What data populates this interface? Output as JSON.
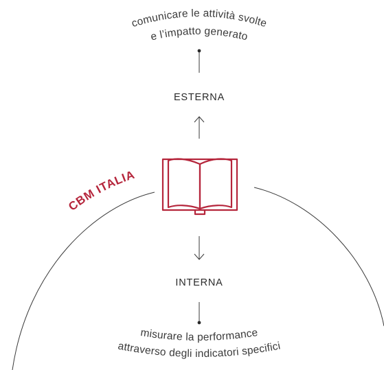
{
  "top_caption": {
    "line1": "comunicare le attività svolte",
    "line2": "e l’impatto generato"
  },
  "external_label": "ESTERNA",
  "internal_label": "INTERNA",
  "brand_label": "CBM ITALIA",
  "bottom_caption": {
    "line1": "misurare la performance",
    "line2": "attraverso degli indicatori specifici"
  },
  "icons": {
    "center": "open-book-icon"
  },
  "colors": {
    "brand": "#b5253b",
    "line": "#3a3a3a"
  }
}
